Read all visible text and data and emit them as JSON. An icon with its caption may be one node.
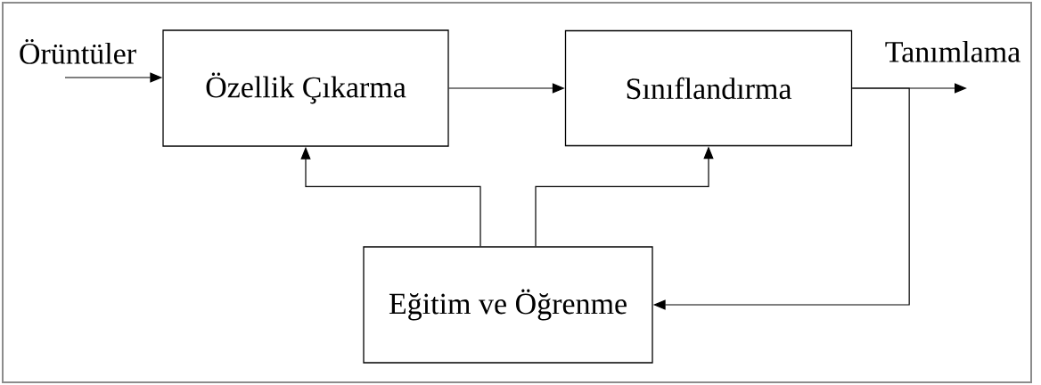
{
  "diagram": {
    "nodes": [
      {
        "text": [
          "Örüntüler"
        ]
      },
      {
        "text": [
          "Özellik Çıkarma"
        ]
      },
      {
        "text": [
          "Sınıflandırma"
        ]
      },
      {
        "text": [
          "Tanımlama"
        ]
      },
      {
        "text": [
          "Eğitim ve Öğrenme"
        ]
      }
    ],
    "edges": [
      {
        "from": 0,
        "to": 1,
        "arrow": "to"
      },
      {
        "from": 1,
        "to": 2,
        "arrow": "to"
      },
      {
        "from": 2,
        "to": 3,
        "arrow": "to"
      },
      {
        "from": 2,
        "to": 4,
        "arrow": "to"
      },
      {
        "from": 4,
        "to": 1,
        "arrow": "to"
      },
      {
        "from": 4,
        "to": 2,
        "arrow": "to"
      }
    ]
  }
}
